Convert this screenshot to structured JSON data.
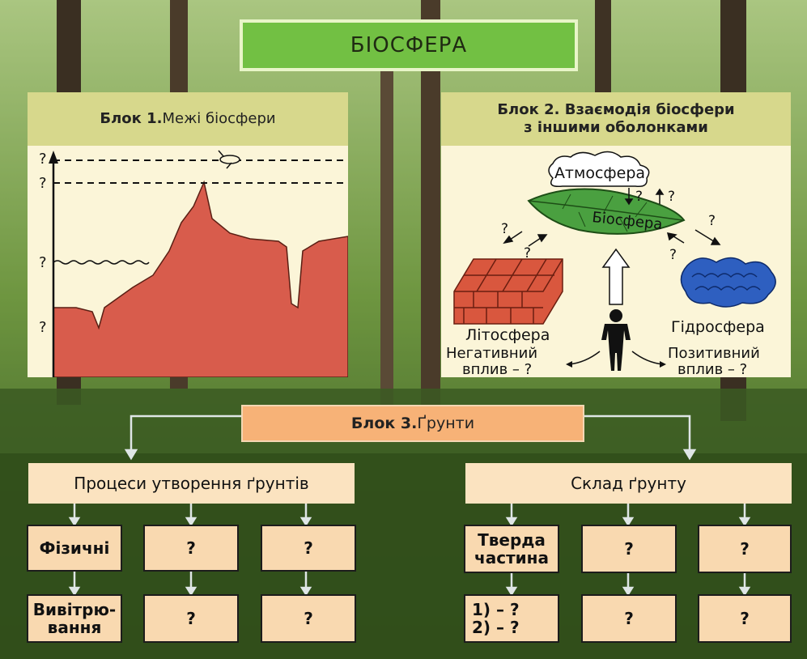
{
  "title": "БІОСФЕРА",
  "block1": {
    "label_bold": "Блок 1.",
    "label_text": " Межі біосфери",
    "marks": [
      "?",
      "?",
      "?",
      "?"
    ]
  },
  "block2": {
    "label_bold": "Блок 2.",
    "label_line1": " Взаємодія біосфери",
    "label_line2": "з іншими оболонками",
    "atmosphere": "Атмосфера",
    "biosphere": "Біосфера",
    "lithosphere": "Літосфера",
    "hydrosphere": "Гідросфера",
    "negative_1": "Негативний",
    "negative_2": "вплив – ?",
    "positive_1": "Позитивний",
    "positive_2": "вплив – ?",
    "q": "?"
  },
  "block3": {
    "label_bold": "Блок 3.",
    "label_text": " Ґрунти",
    "left_header": "Процеси утворення ґрунтів",
    "right_header": "Склад ґрунту",
    "left_row1": [
      "Фізичні",
      "?",
      "?"
    ],
    "left_row2": [
      "Вивітрю-\nвання",
      "?",
      "?"
    ],
    "right_row1": [
      "Тверда\nчастина",
      "?",
      "?"
    ],
    "right_row2": [
      "1) – ?\n2) – ?",
      "?",
      "?"
    ]
  },
  "colors": {
    "forest_dark": "#2f4a1c",
    "title_green": "#72c043",
    "panel_yellow": "#f6f0b4",
    "rock_red": "#d85c4c",
    "box_peach": "#f9d9b0",
    "block3_orange": "#f7b277"
  }
}
